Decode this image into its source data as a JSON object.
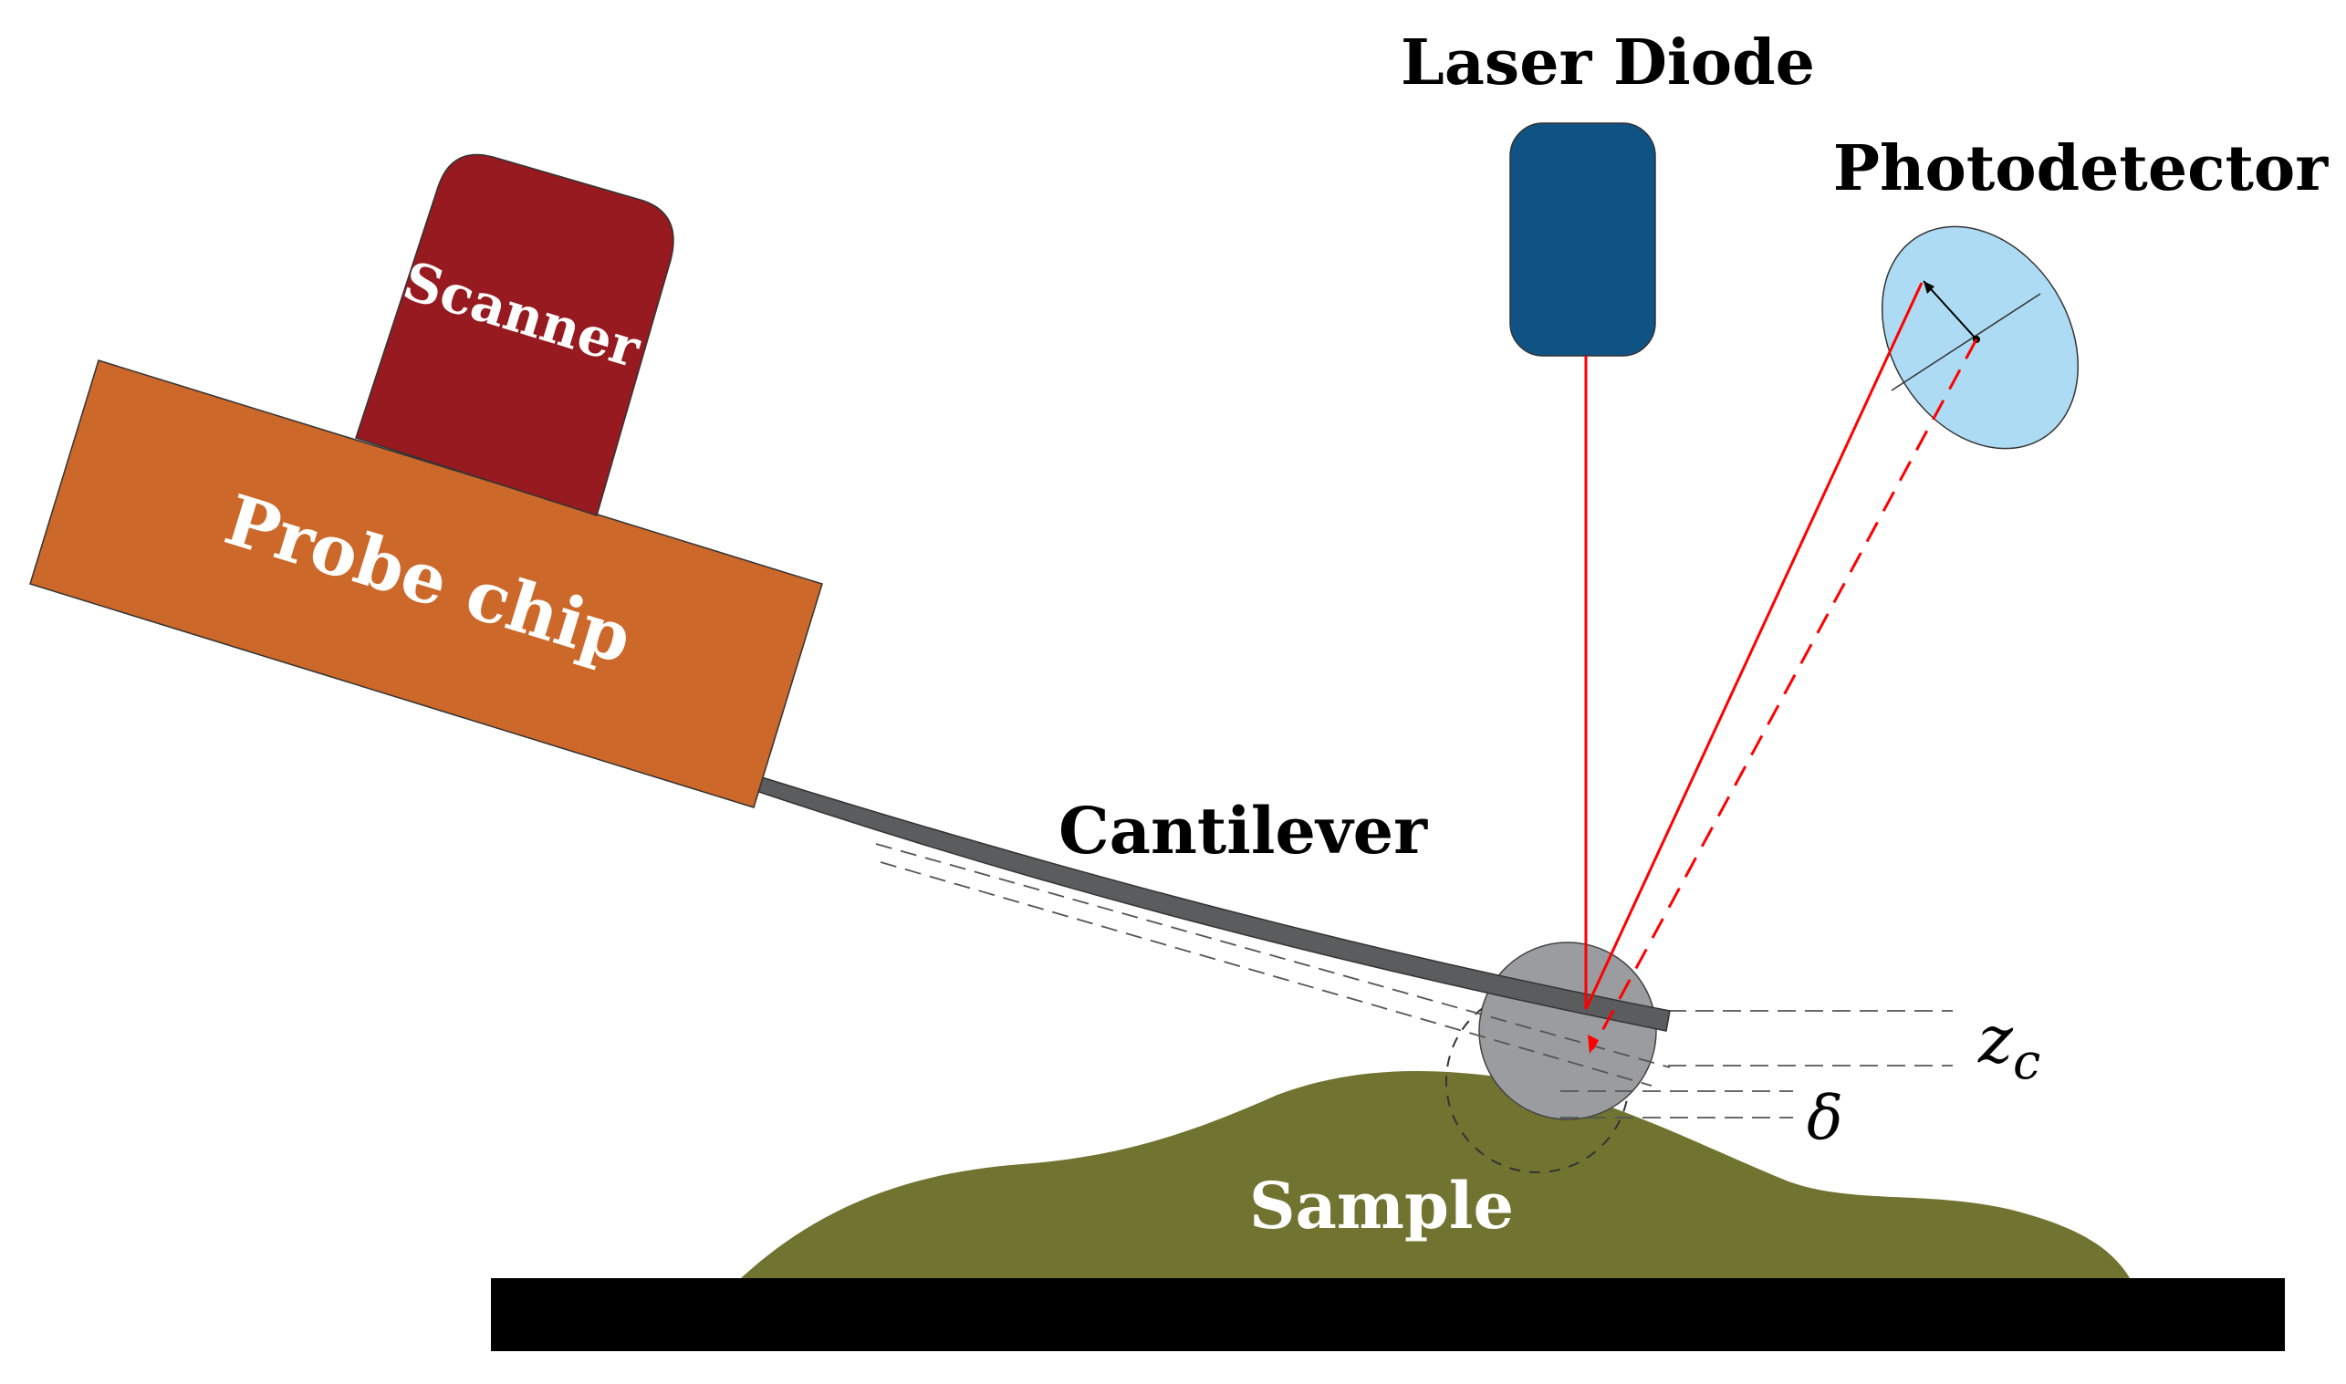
{
  "labels": {
    "laser_diode": "Laser Diode",
    "photodetector": "Photodetector",
    "scanner": "Scanner",
    "probe_chip": "Probe chip",
    "cantilever": "Cantilever",
    "sample": "Sample",
    "zc_symbol": "z",
    "zc_subscript": "c",
    "delta_symbol": "δ"
  },
  "colors": {
    "scanner": "#961A1F",
    "probe_chip": "#CC6829",
    "cantilever": "#5A5C5E",
    "laser_diode": "#0F5385",
    "photodetector": "#ADDBF4",
    "laser_beam": "#FF0000",
    "tip": "#9A9CA0",
    "sample": "#717430",
    "substrate": "#000000",
    "guide_lines": "#555555"
  },
  "icons": {
    "scanner": "scanner-block",
    "probe_chip": "probe-chip-block",
    "laser_diode": "laser-diode-block",
    "photodetector": "photodetector-ellipse",
    "tip": "spherical-tip"
  }
}
